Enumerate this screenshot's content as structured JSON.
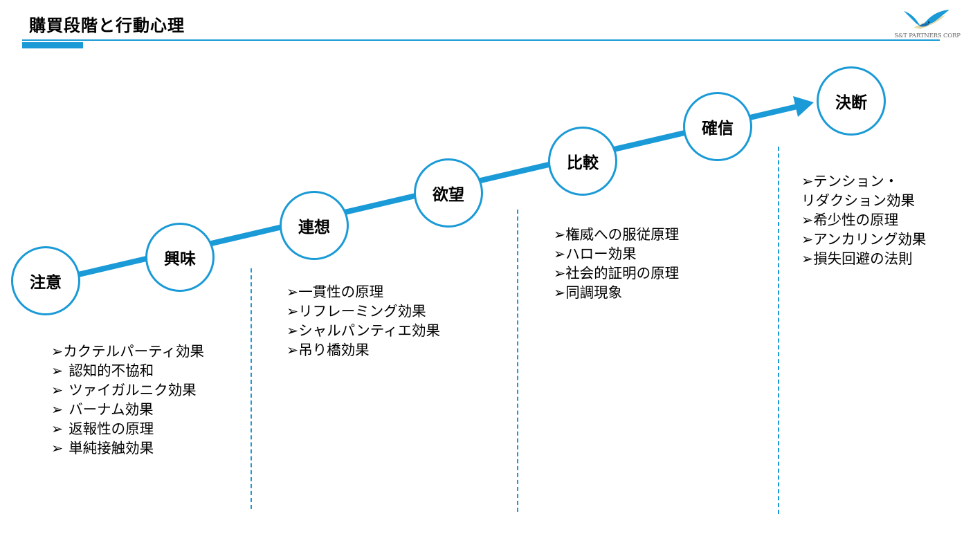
{
  "header": {
    "title": "購買段階と行動心理",
    "logo_text": "S&T PARTNERS CORP"
  },
  "stages": [
    {
      "label": "注意"
    },
    {
      "label": "興味"
    },
    {
      "label": "連想"
    },
    {
      "label": "欲望"
    },
    {
      "label": "比較"
    },
    {
      "label": "確信"
    },
    {
      "label": "決断"
    }
  ],
  "bullet_glyph": "➢",
  "groups": [
    {
      "items": [
        "カクテルパーティ効果",
        "認知的不協和",
        "ツァイガルニク効果",
        "バーナム効果",
        "返報性の原理",
        "単純接触効果"
      ]
    },
    {
      "items": [
        "一貫性の原理",
        "リフレーミング効果",
        "シャルパンティエ効果",
        "吊り橋効果"
      ]
    },
    {
      "items": [
        "権威への服従原理",
        "ハロー効果",
        "社会的証明の原理",
        "同調現象"
      ]
    },
    {
      "items": [
        "テンション・",
        "リダクション効果",
        "希少性の原理",
        "アンカリング効果",
        "損失回避の法則"
      ]
    }
  ],
  "colors": {
    "accent": "#1a9ad6",
    "text": "#000000",
    "logo_text": "#666666"
  }
}
